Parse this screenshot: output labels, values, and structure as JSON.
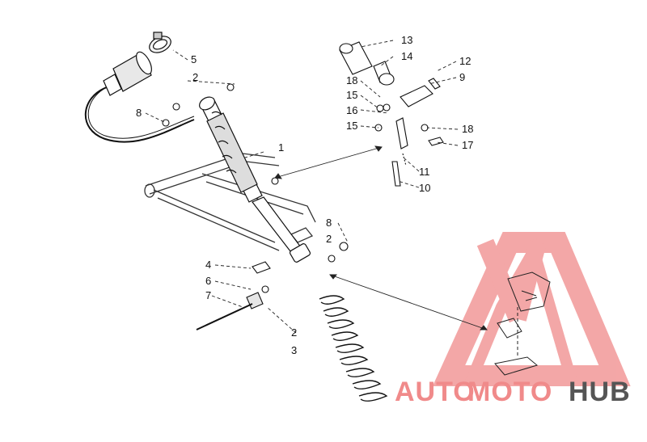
{
  "diagram": {
    "callouts": [
      "1",
      "2",
      "2",
      "2",
      "3",
      "4",
      "5",
      "6",
      "7",
      "8",
      "8",
      "9",
      "10",
      "11",
      "12",
      "13",
      "14",
      "15",
      "15",
      "16",
      "17",
      "18",
      "18"
    ]
  },
  "watermark": {
    "text_a": "AUTO",
    "text_b": "MOTO",
    "text_c": "HUB",
    "color_primary": "#f07b7b",
    "color_secondary": "#555555"
  }
}
